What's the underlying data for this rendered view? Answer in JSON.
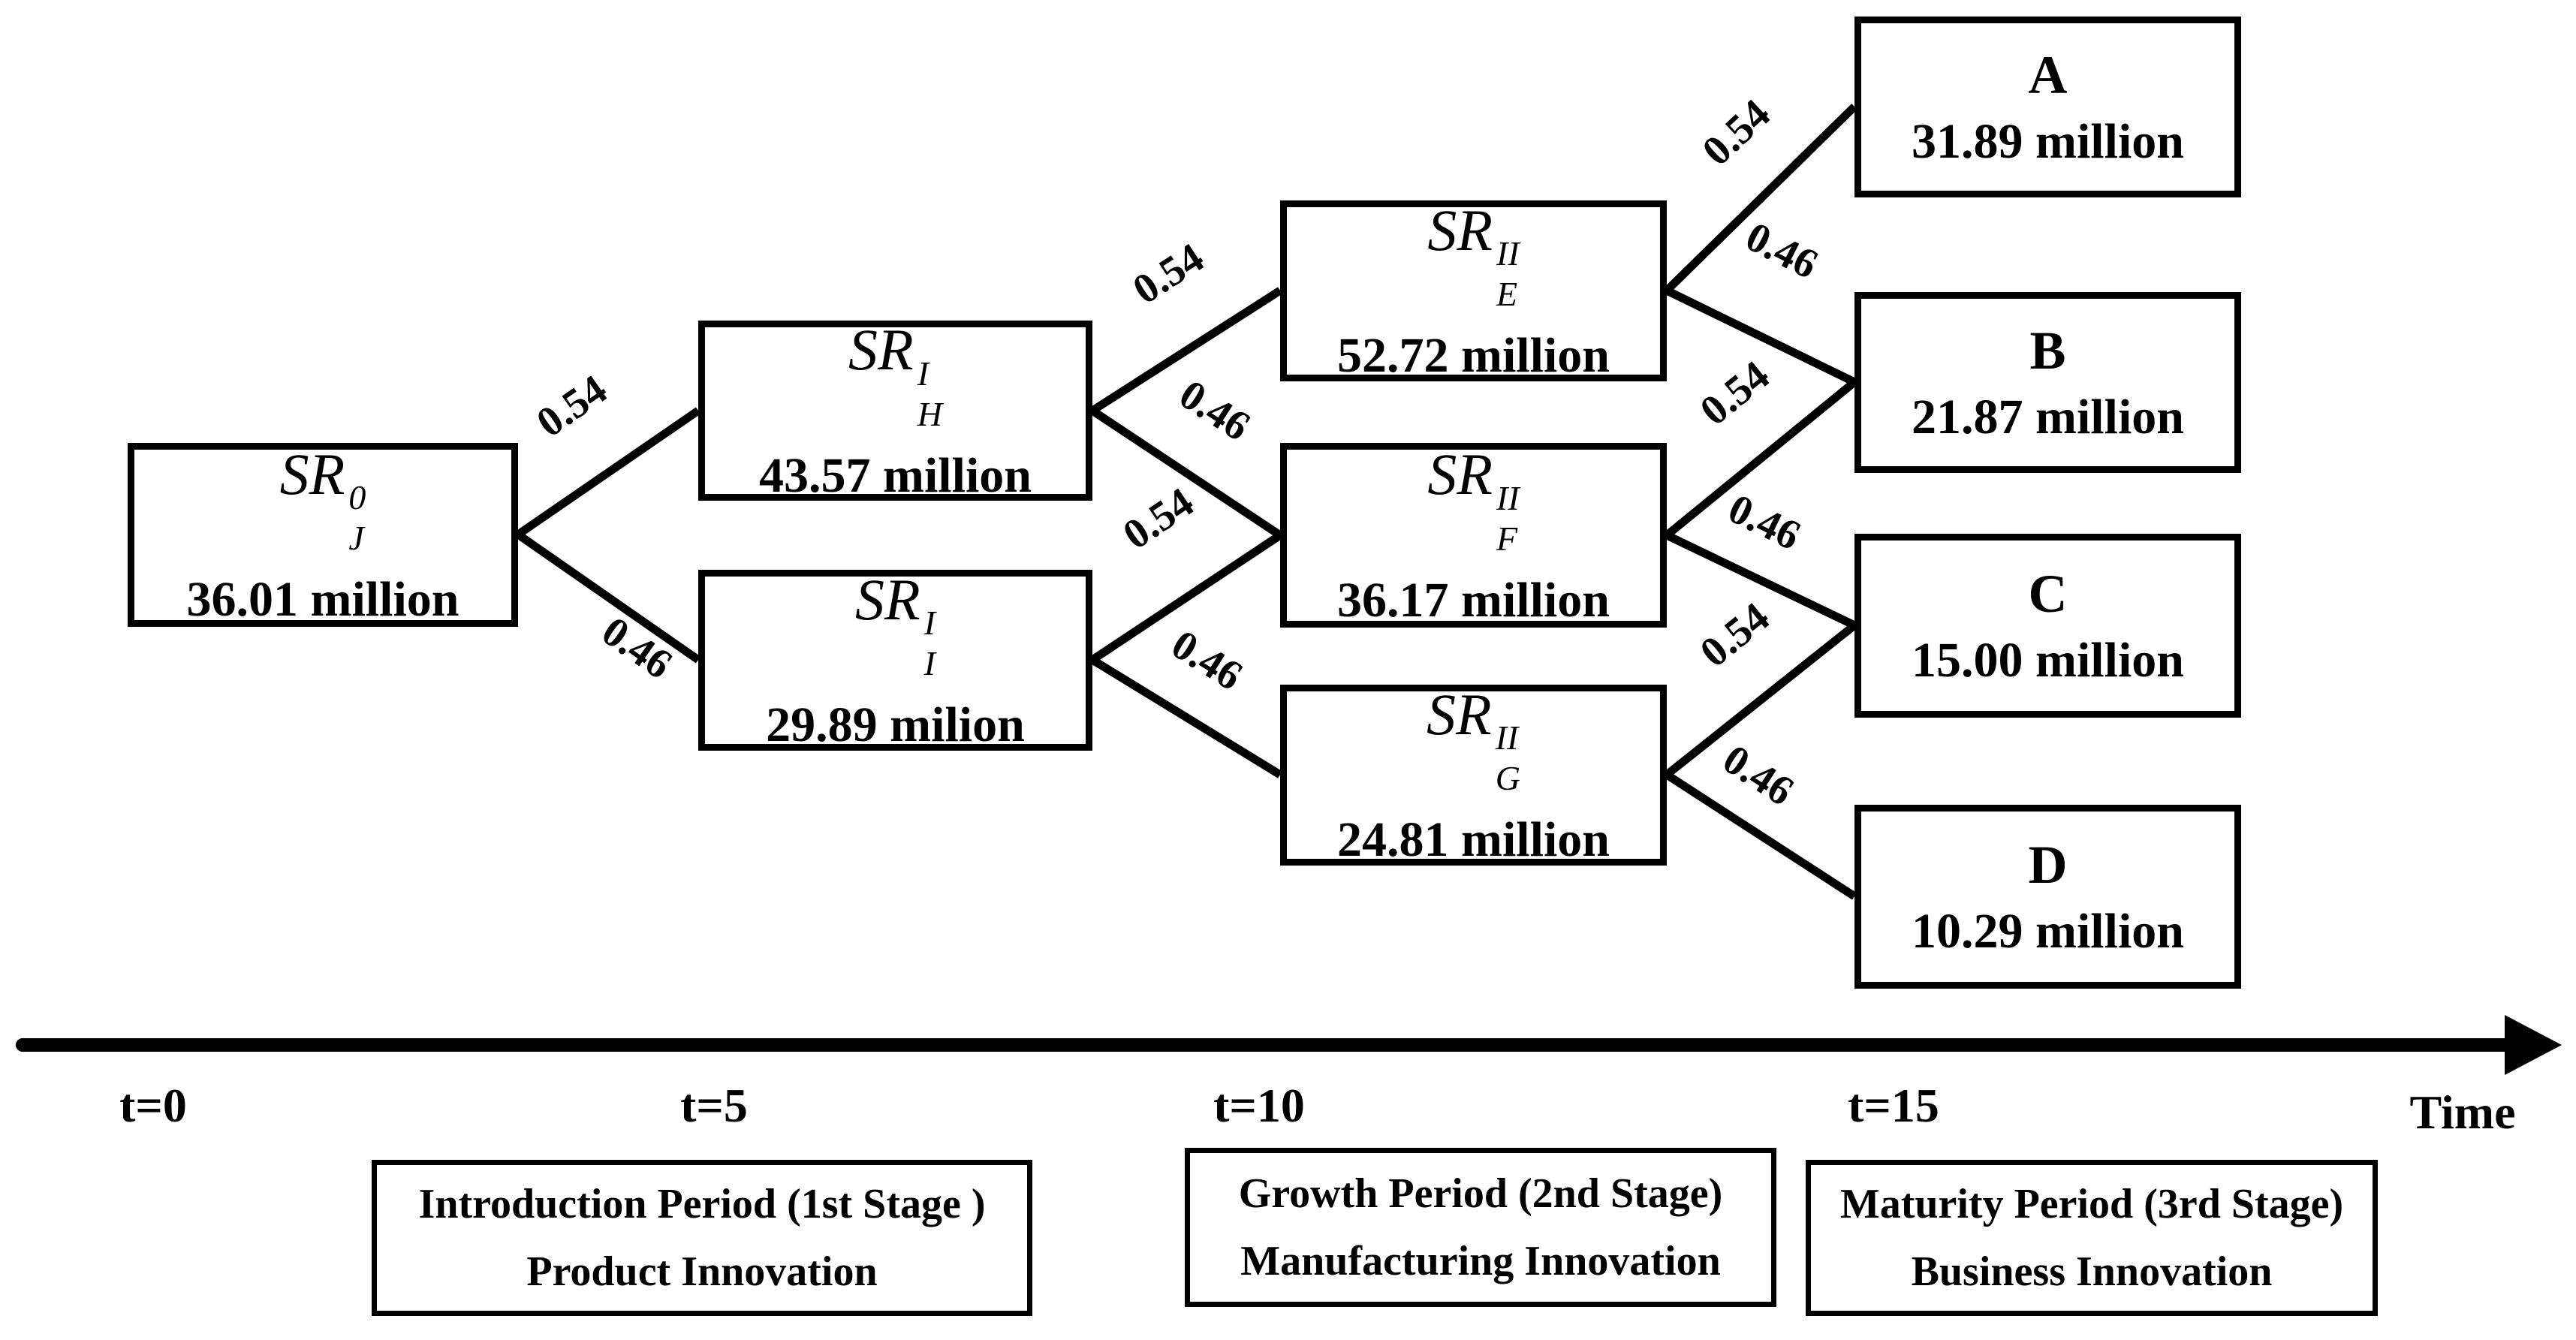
{
  "figure": {
    "nodes": {
      "J": {
        "symbol": "SR",
        "sup": "0",
        "sub": "J",
        "value": "36.01 million"
      },
      "H": {
        "symbol": "SR",
        "sup": "I",
        "sub": "H",
        "value": "43.57 million"
      },
      "I": {
        "symbol": "SR",
        "sup": "I",
        "sub": "I",
        "value": "29.89 milion"
      },
      "E": {
        "symbol": "SR",
        "sup": "II",
        "sub": "E",
        "value": "52.72 million"
      },
      "F": {
        "symbol": "SR",
        "sup": "II",
        "sub": "F",
        "value": "36.17 million"
      },
      "G": {
        "symbol": "SR",
        "sup": "II",
        "sub": "G",
        "value": "24.81 million"
      },
      "A": {
        "label": "A",
        "value": "31.89 million"
      },
      "B": {
        "label": "B",
        "value": "21.87 million"
      },
      "C": {
        "label": "C",
        "value": "15.00 million"
      },
      "D": {
        "label": "D",
        "value": "10.29 million"
      }
    },
    "edges": {
      "JH": {
        "prob": "0.54"
      },
      "JI": {
        "prob": "0.46"
      },
      "HE": {
        "prob": "0.54"
      },
      "HF": {
        "prob": "0.46"
      },
      "IF": {
        "prob": "0.54"
      },
      "IG": {
        "prob": "0.46"
      },
      "EA": {
        "prob": "0.54"
      },
      "EB": {
        "prob": "0.46"
      },
      "FB": {
        "prob": "0.54"
      },
      "FC": {
        "prob": "0.46"
      },
      "GC": {
        "prob": "0.54"
      },
      "GD": {
        "prob": "0.46"
      }
    },
    "timeline": {
      "ticks": [
        "t=0",
        "t=5",
        "t=10",
        "t=15"
      ],
      "axis_label": "Time"
    },
    "periods": [
      {
        "line1": "Introduction Period (1st Stage )",
        "line2": "Product Innovation"
      },
      {
        "line1": "Growth Period (2nd Stage)",
        "line2": "Manufacturing Innovation"
      },
      {
        "line1": "Maturity Period (3rd Stage)",
        "line2": "Business Innovation"
      }
    ],
    "colors": {
      "ink": "#000000",
      "background": "#ffffff"
    }
  }
}
